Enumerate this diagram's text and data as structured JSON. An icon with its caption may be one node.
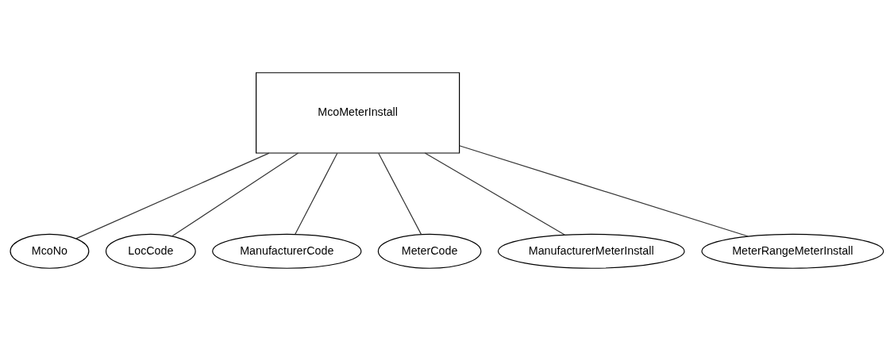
{
  "diagram": {
    "nodes": [
      {
        "text": [
          "McoMeterInstall"
        ]
      },
      {
        "text": [
          "McoNo"
        ]
      },
      {
        "text": [
          "LocCode"
        ]
      },
      {
        "text": [
          "ManufacturerCode"
        ]
      },
      {
        "text": [
          "MeterCode"
        ]
      },
      {
        "text": [
          "ManufacturerMeterInstall"
        ]
      },
      {
        "text": [
          "MeterRangeMeterInstall"
        ]
      }
    ],
    "edges": [
      {
        "from": 0,
        "to": 1,
        "arrow": "none"
      },
      {
        "from": 0,
        "to": 2,
        "arrow": "none"
      },
      {
        "from": 0,
        "to": 3,
        "arrow": "none"
      },
      {
        "from": 0,
        "to": 4,
        "arrow": "none"
      },
      {
        "from": 0,
        "to": 5,
        "arrow": "none"
      },
      {
        "from": 0,
        "to": 6,
        "arrow": "none"
      }
    ]
  }
}
